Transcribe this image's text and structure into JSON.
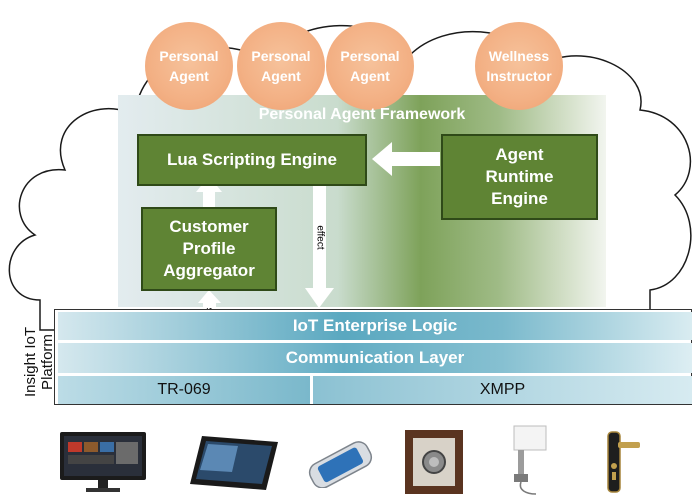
{
  "agents": [
    {
      "line1": "Personal",
      "line2": "Agent"
    },
    {
      "line1": "Personal",
      "line2": "Agent"
    },
    {
      "line1": "Personal",
      "line2": "Agent"
    },
    {
      "line1": "Wellness",
      "line2": "Instructor"
    }
  ],
  "framework": {
    "title": "Personal Agent Framework"
  },
  "boxes": {
    "lua": "Lua Scripting Engine",
    "runtime": [
      "Agent",
      "Runtime",
      "Engine"
    ],
    "aggregator": [
      "Customer",
      "Profile",
      "Aggregator"
    ]
  },
  "arrows": {
    "effect": "effect",
    "state": "state"
  },
  "platform": {
    "label_line1": "Insight IoT",
    "label_line2": "Platform",
    "enterprise_logic": "IoT Enterprise Logic",
    "communication_layer": "Communication Layer",
    "protocol_left": "TR-069",
    "protocol_right": "XMPP"
  },
  "devices": [
    "tv-icon",
    "tablet-icon",
    "phone-icon",
    "thermostat-icon",
    "lamp-icon",
    "door-lock-icon"
  ]
}
